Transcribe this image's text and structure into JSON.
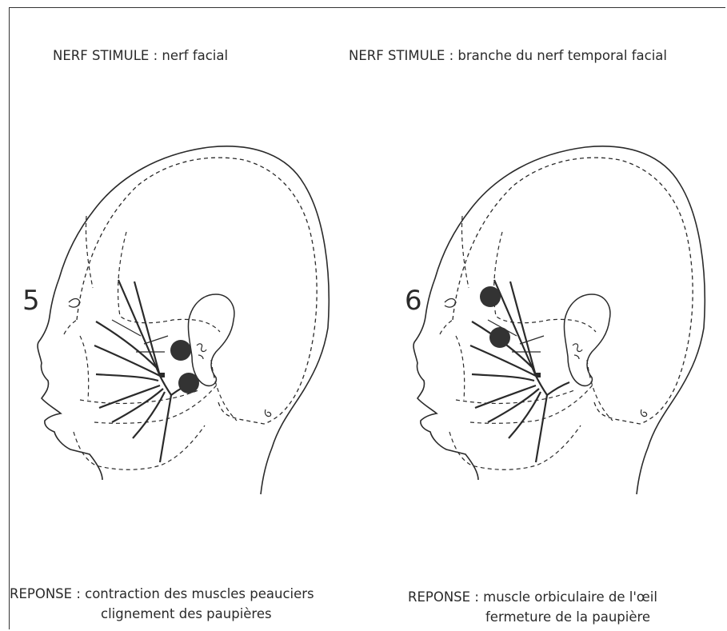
{
  "left_panel": {
    "number": "5",
    "nerve_label": "NERF STIMULE : nerf facial",
    "response_line1": "REPONSE : contraction des muscles peauciers",
    "response_line2": "clignement des paupières"
  },
  "right_panel": {
    "number": "6",
    "nerve_label": "NERF STIMULE : branche du nerf temporal facial",
    "response_line1": "REPONSE : muscle orbiculaire de l'œil",
    "response_line2": "fermeture de la paupière"
  },
  "colors": {
    "line": "#2a2a2a",
    "dot": "#333333",
    "background": "#ffffff"
  }
}
